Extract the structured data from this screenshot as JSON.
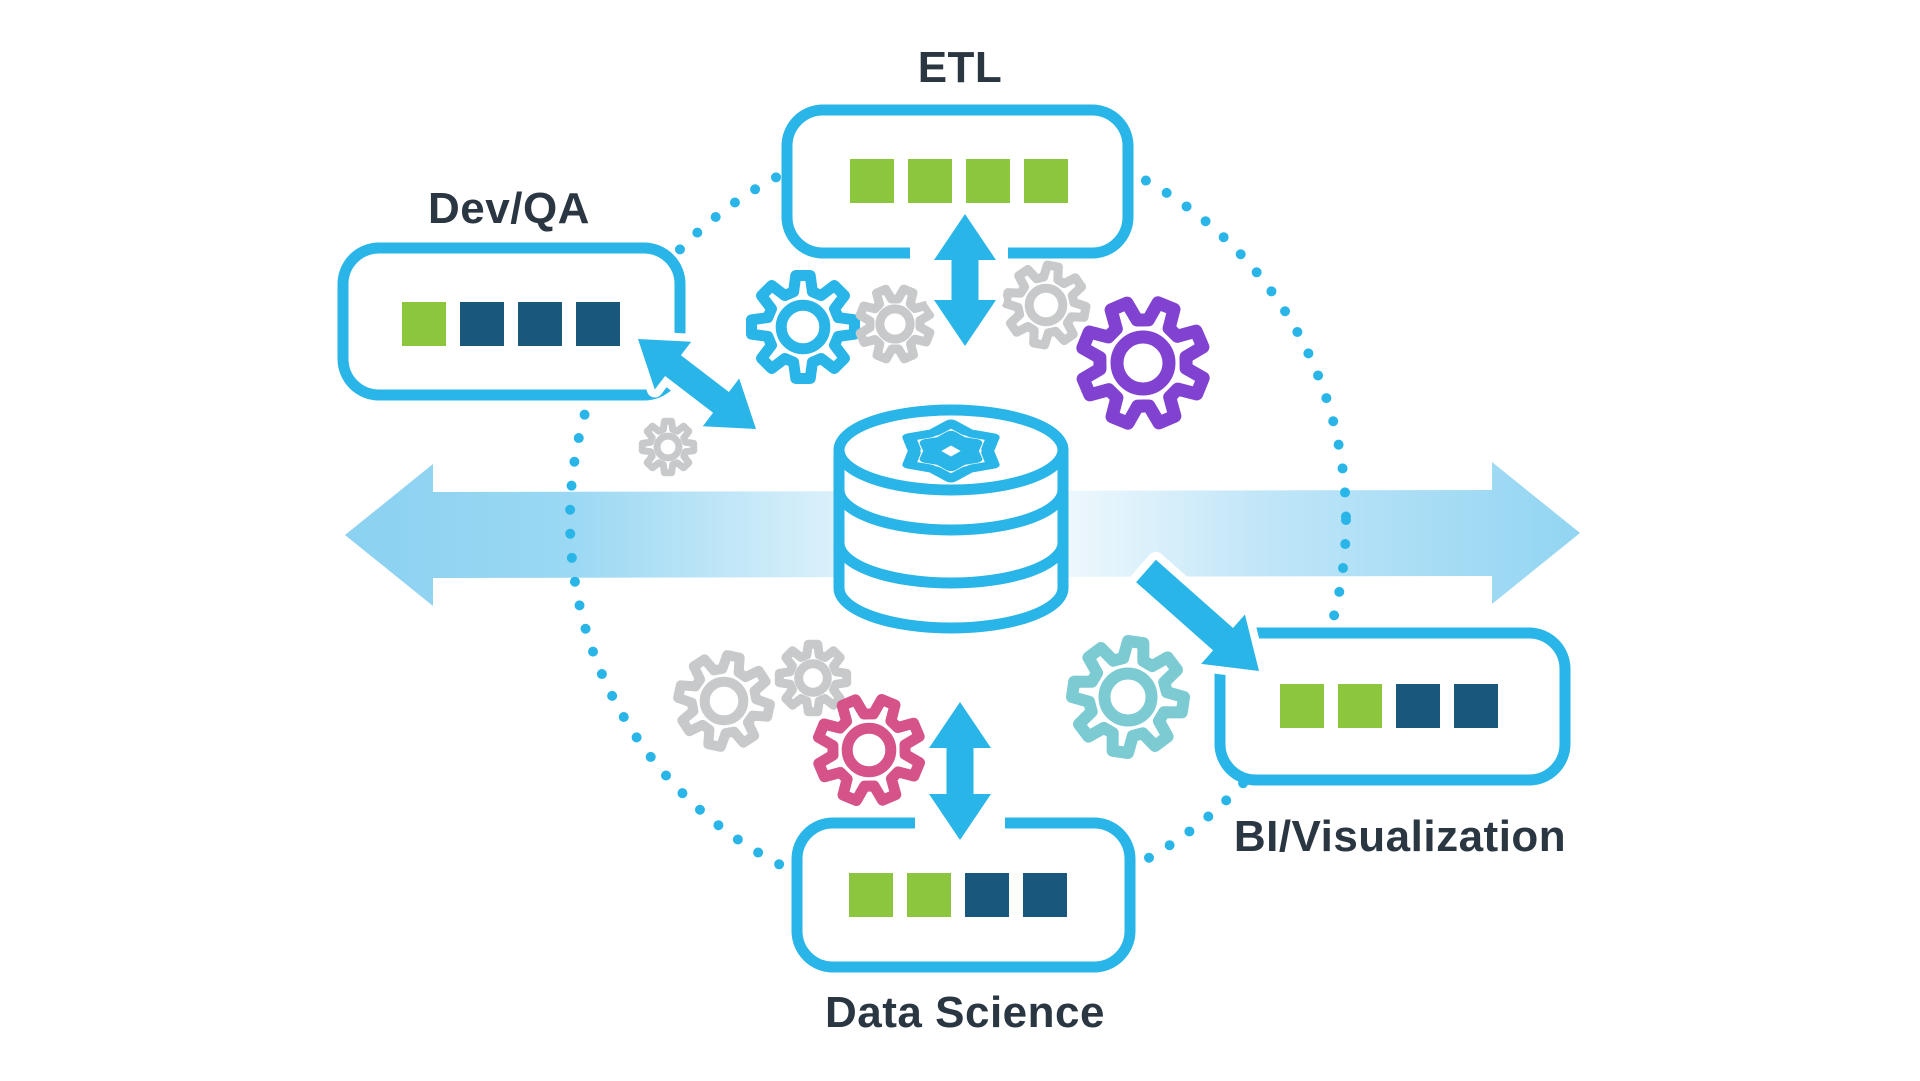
{
  "diagram": {
    "center": {
      "icon": "snowflake-database-icon"
    },
    "nodes": [
      {
        "id": "etl",
        "label": "ETL",
        "squares": [
          "green",
          "green",
          "green",
          "green"
        ]
      },
      {
        "id": "devqa",
        "label": "Dev/QA",
        "squares": [
          "green",
          "navy",
          "navy",
          "navy"
        ]
      },
      {
        "id": "bi",
        "label": "BI/Visualization",
        "squares": [
          "green",
          "green",
          "navy",
          "navy"
        ]
      },
      {
        "id": "ds",
        "label": "Data Science",
        "squares": [
          "green",
          "green",
          "navy",
          "navy"
        ]
      }
    ],
    "connections": [
      {
        "id": "arrow-etl",
        "between": [
          "center",
          "etl"
        ],
        "direction": "bidirectional"
      },
      {
        "id": "arrow-devqa",
        "between": [
          "center",
          "devqa"
        ],
        "direction": "bidirectional"
      },
      {
        "id": "arrow-data-science",
        "between": [
          "center",
          "ds"
        ],
        "direction": "bidirectional"
      },
      {
        "id": "arrow-bi",
        "between": [
          "center",
          "bi"
        ],
        "direction": "into-bi"
      },
      {
        "id": "horizontal-flow-arrow",
        "direction": "bidirectional"
      }
    ],
    "gears": [
      {
        "id": "gear-blue",
        "color": "#29B5E8"
      },
      {
        "id": "gear-gray-top",
        "color": "#C8C9CA"
      },
      {
        "id": "gear-gray-right",
        "color": "#C8C9CA"
      },
      {
        "id": "gear-purple",
        "color": "#8142D2"
      },
      {
        "id": "gear-gray-left-small",
        "color": "#C8C9CA"
      },
      {
        "id": "gear-gray-bottom-large",
        "color": "#C8C9CA"
      },
      {
        "id": "gear-gray-bottom-small",
        "color": "#C8C9CA"
      },
      {
        "id": "gear-pink",
        "color": "#D6538A"
      },
      {
        "id": "gear-teal",
        "color": "#7CCBD3"
      }
    ],
    "colors": {
      "accent_blue": "#29B5E8",
      "light_arrow_blue": "#8FD3F2",
      "square_green": "#8CC63F",
      "square_navy": "#19587C",
      "label_text": "#2A3642",
      "gear_gray": "#C8C9CA",
      "gear_purple": "#8142D2",
      "gear_pink": "#D6538A",
      "gear_teal": "#7CCBD3",
      "background": "#FFFFFF"
    }
  }
}
